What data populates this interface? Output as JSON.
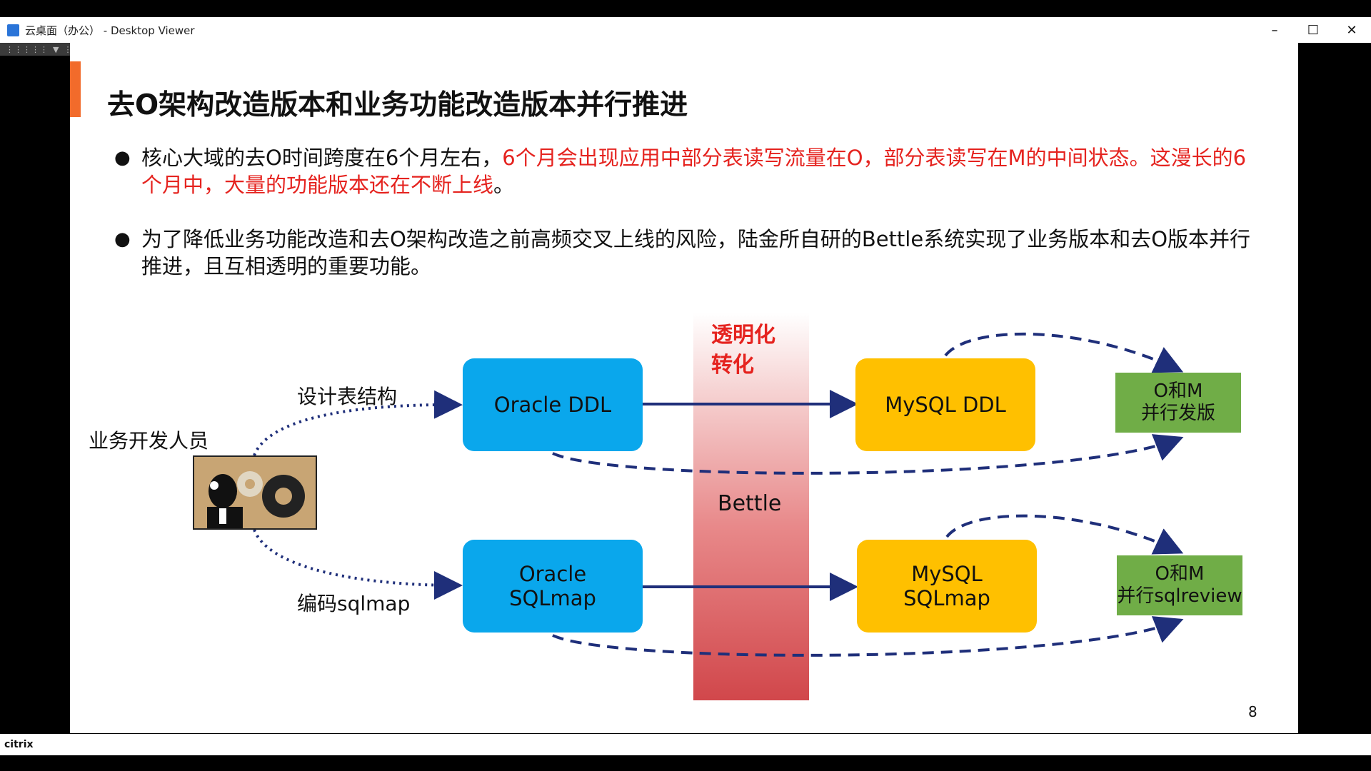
{
  "window": {
    "title": "云桌面（办公） - Desktop Viewer",
    "controls": [
      "minimize",
      "maximize",
      "close"
    ]
  },
  "slide": {
    "title": "去O架构改造版本和业务功能改造版本并行推进",
    "bullets": [
      {
        "normal": "核心大域的去O时间跨度在6个月左右，",
        "red": "6个月会出现应用中部分表读写流量在O，部分表读写在M的中间状态。这漫长的6个月中，大量的功能版本还在不断上线",
        "tail": "。"
      },
      {
        "text": "为了降低业务功能改造和去O架构改造之前高频交叉上线的风险，陆金所自研的Bettle系统实现了业务版本和去O版本并行推进，且互相透明的重要功能。"
      }
    ],
    "diagram": {
      "actor": "业务开发人员",
      "design_label": "设计表结构",
      "code_label": "编码sqlmap",
      "transparent_label_1": "透明化",
      "transparent_label_2": "转化",
      "bettle_label": "Bettle",
      "oracle_ddl": "Oracle DDL",
      "oracle_sqlmap_1": "Oracle",
      "oracle_sqlmap_2": "SQLmap",
      "mysql_ddl": "MySQL DDL",
      "mysql_sqlmap_1": "MySQL",
      "mysql_sqlmap_2": "SQLmap",
      "om_release_1": "O和M",
      "om_release_2": "并行发版",
      "om_review_1": "O和M",
      "om_review_2": "并行sqlreview"
    },
    "page_number": "8"
  },
  "statusbar": {
    "brand": "citrix"
  },
  "colors": {
    "accent_orange": "#f26b2b",
    "red_text": "#e5231f",
    "blue_box": "#0aa7ec",
    "yellow_box": "#ffc000",
    "green_box": "#70ad47",
    "arrow_navy": "#1f2f7a"
  }
}
